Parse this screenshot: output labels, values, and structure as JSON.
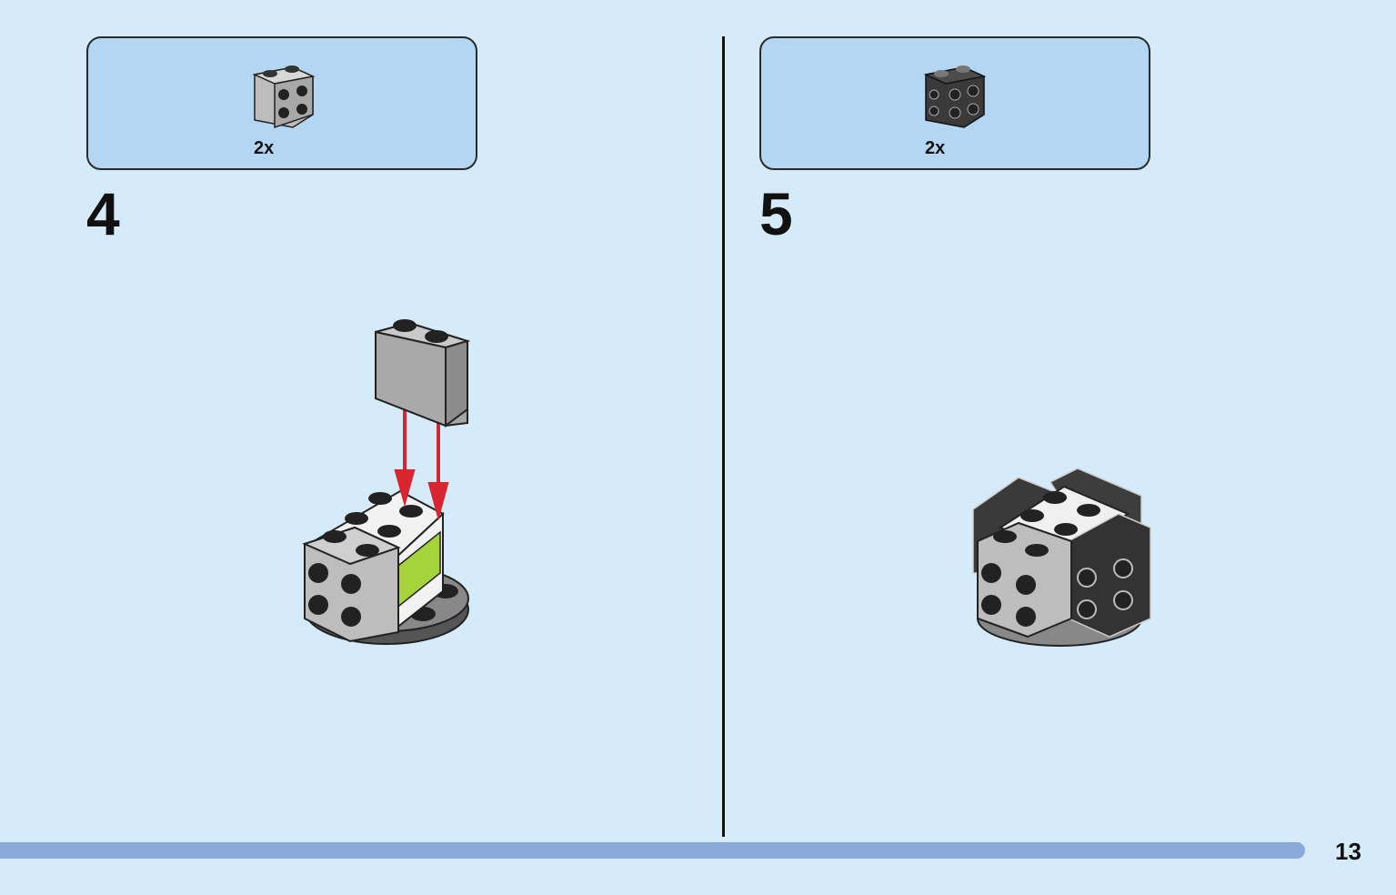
{
  "steps": [
    {
      "number": "4",
      "parts": [
        {
          "quantity": "2x",
          "color": "light-gray",
          "part": "brick-2x2-studs-on-side"
        }
      ]
    },
    {
      "number": "5",
      "parts": [
        {
          "quantity": "2x",
          "color": "dark-gray",
          "part": "brick-2x2-studs-on-side"
        }
      ]
    }
  ],
  "page_number": "13",
  "colors": {
    "background": "#d5ebfa",
    "parts_box": "#b3d6f3",
    "footer_bar": "#8aa9db",
    "arrow": "#d8262e",
    "lime": "#a4d33a"
  }
}
